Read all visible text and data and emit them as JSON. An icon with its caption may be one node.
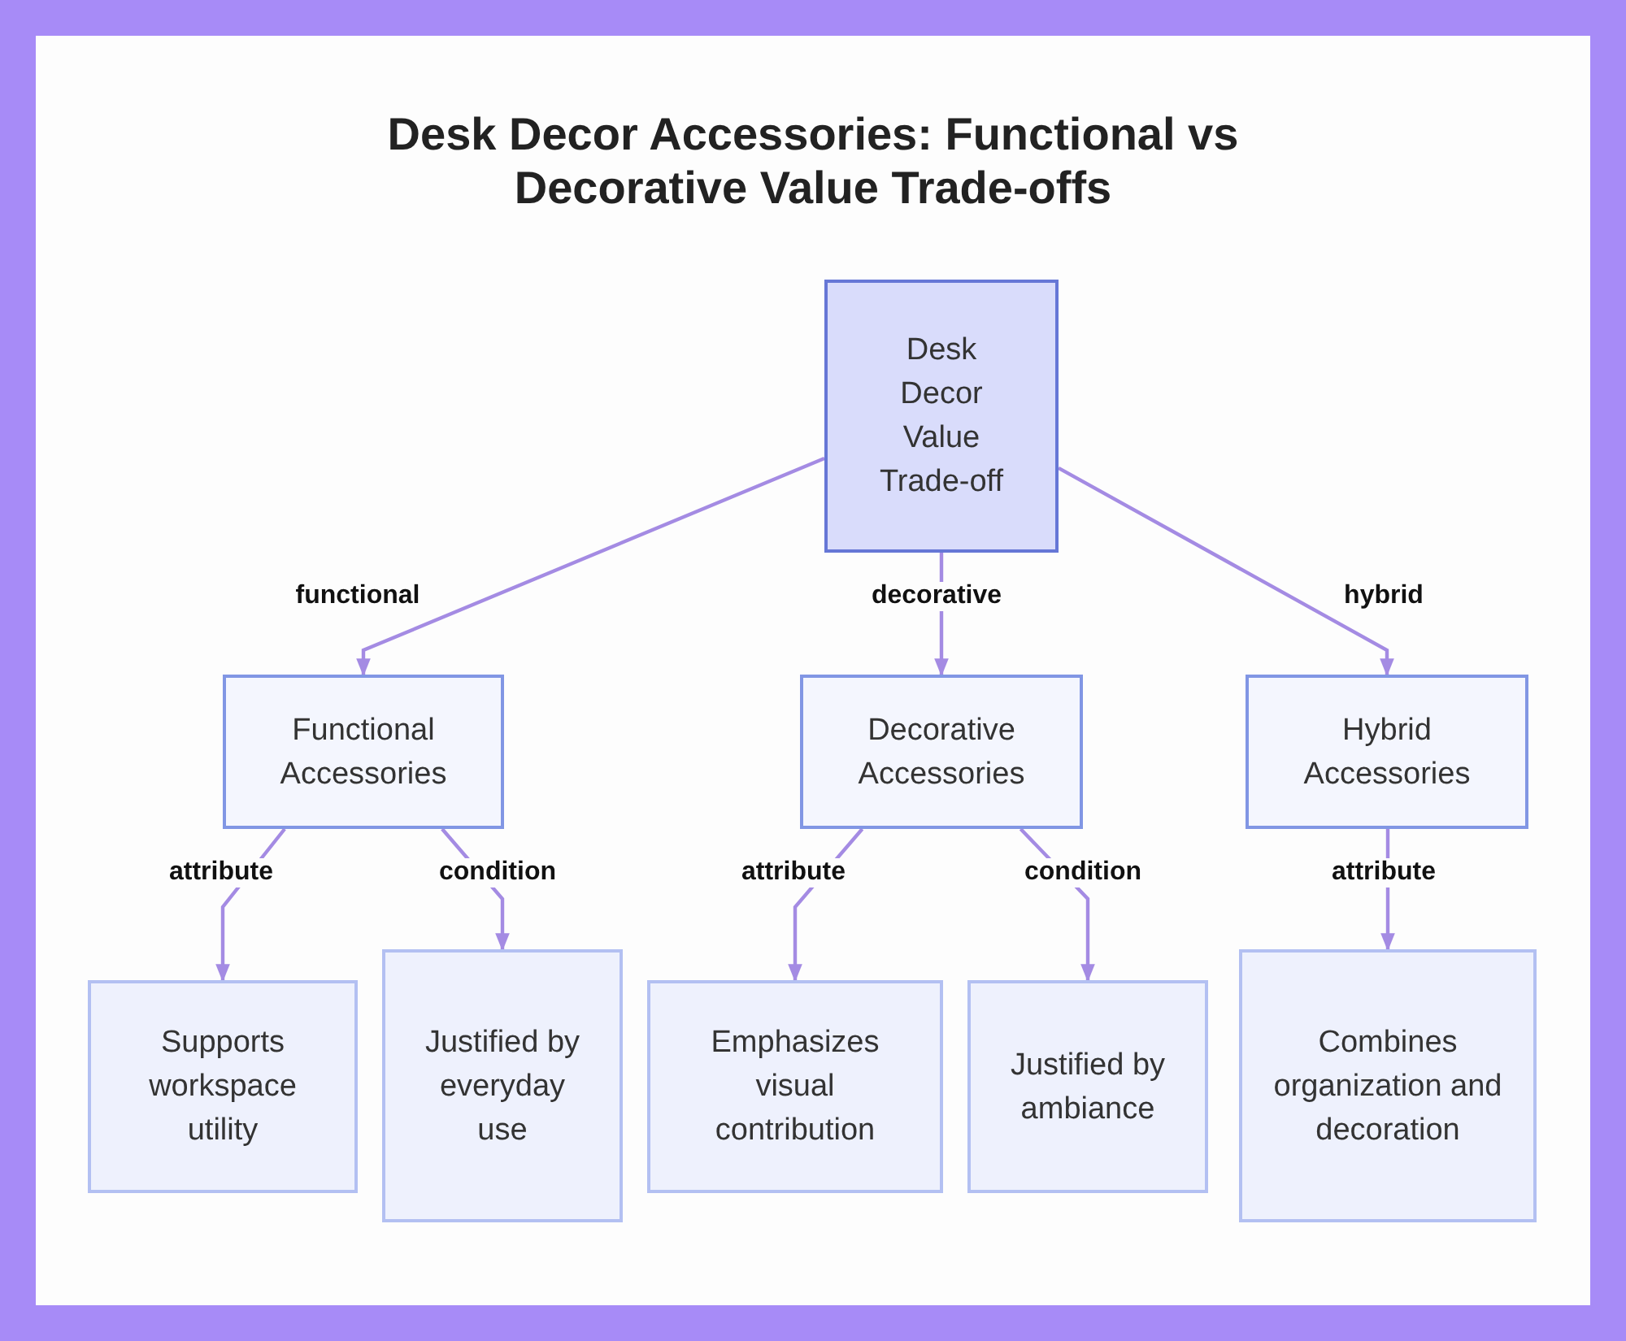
{
  "diagram": {
    "title": "Desk Decor Accessories: Functional vs Decorative Value Trade-offs",
    "nodes": [
      {
        "text": [
          "Desk Decor Value Trade-off"
        ]
      },
      {
        "text": [
          "Functional Accessories"
        ]
      },
      {
        "text": [
          "Decorative Accessories"
        ]
      },
      {
        "text": [
          "Hybrid Accessories"
        ]
      },
      {
        "text": [
          "Supports workspace utility"
        ]
      },
      {
        "text": [
          "Justified by everyday use"
        ]
      },
      {
        "text": [
          "Emphasizes visual contribution"
        ]
      },
      {
        "text": [
          "Justified by ambiance"
        ]
      },
      {
        "text": [
          "Combines organization and decoration"
        ]
      }
    ],
    "edges": [
      {
        "from": 0,
        "to": 1,
        "arrow": "to",
        "label": "functional"
      },
      {
        "from": 0,
        "to": 2,
        "arrow": "to",
        "label": "decorative"
      },
      {
        "from": 0,
        "to": 3,
        "arrow": "to",
        "label": "hybrid"
      },
      {
        "from": 1,
        "to": 4,
        "arrow": "to",
        "label": "attribute"
      },
      {
        "from": 1,
        "to": 5,
        "arrow": "to",
        "label": "condition"
      },
      {
        "from": 2,
        "to": 6,
        "arrow": "to",
        "label": "attribute"
      },
      {
        "from": 2,
        "to": 7,
        "arrow": "to",
        "label": "condition"
      },
      {
        "from": 3,
        "to": 8,
        "arrow": "to",
        "label": "attribute"
      }
    ]
  }
}
